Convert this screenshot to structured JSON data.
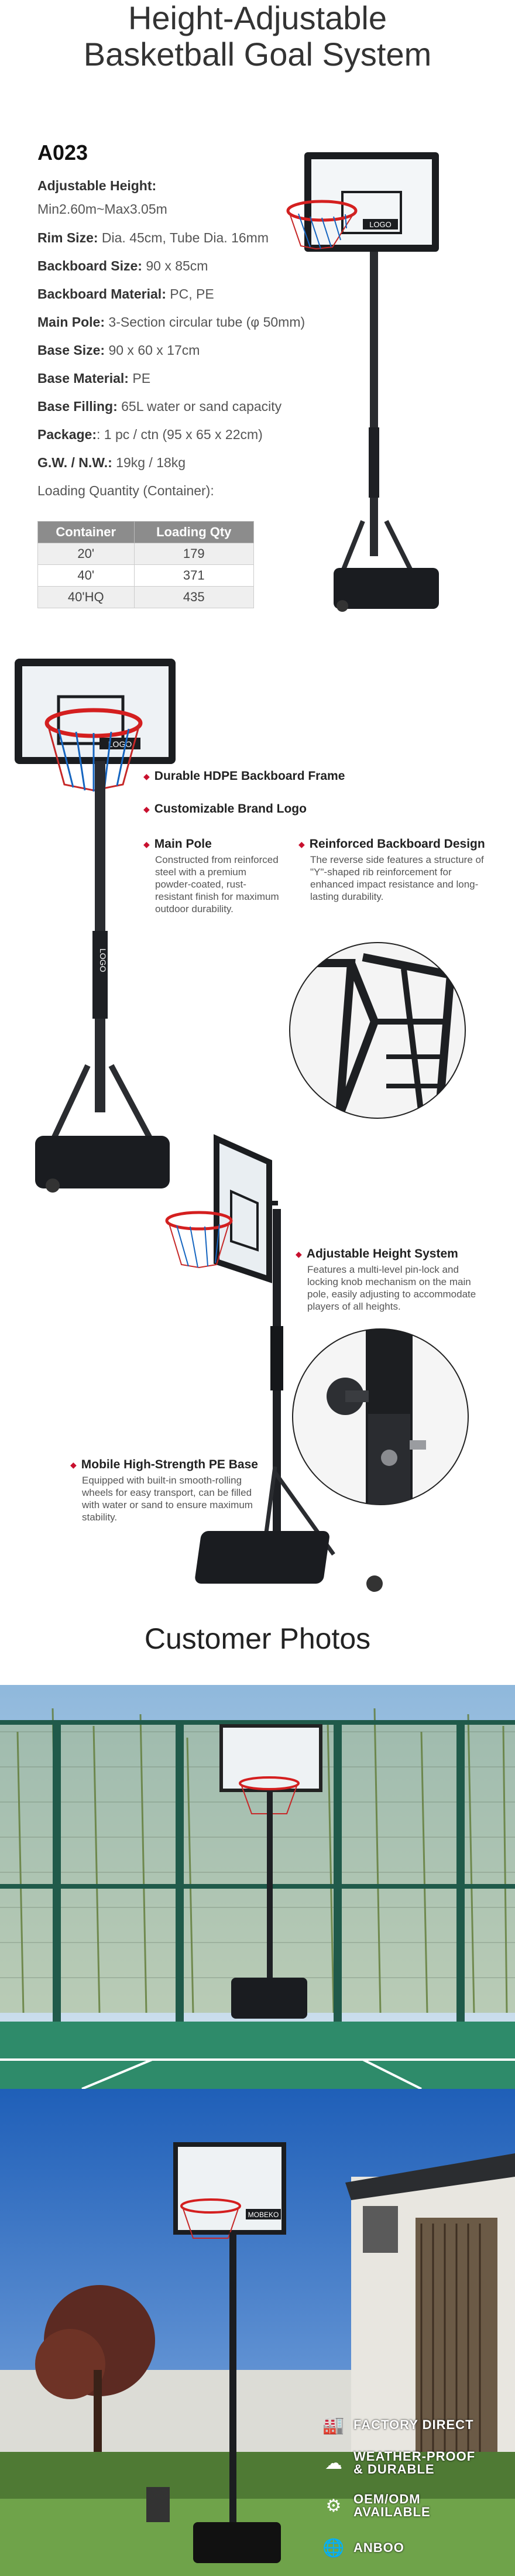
{
  "title_line1": "Height-Adjustable",
  "title_line2": "Basketball Goal System",
  "model": "A023",
  "specs": {
    "adj_height_label": "Adjustable Height:",
    "adj_height_value": "Min2.60m~Max3.05m",
    "rim_label": "Rim Size:",
    "rim_value": " Dia. 45cm, Tube Dia. 16mm",
    "backboard_size_label": "Backboard Size:",
    "backboard_size_value": " 90 x 85cm",
    "backboard_material_label": "Backboard Material:",
    "backboard_material_value": " PC, PE",
    "main_pole_label": "Main Pole:",
    "main_pole_value": " 3-Section circular tube (φ 50mm)",
    "base_size_label": "Base Size:",
    "base_size_value": " 90 x 60 x 17cm",
    "base_material_label": "Base Material:",
    "base_material_value": " PE",
    "base_filling_label": "Base Filling:",
    "base_filling_value": " 65L water or sand capacity",
    "package_label": "Package:",
    "package_value": ": 1 pc / ctn (95 x 65 x 22cm)",
    "gw_label": "G.W. / N.W.:",
    "gw_value": " 19kg / 18kg",
    "loading_label": "Loading Quantity (Container):"
  },
  "table": {
    "headers": [
      "Container",
      "Loading Qty"
    ],
    "rows": [
      [
        "20'",
        "179"
      ],
      [
        "40'",
        "371"
      ],
      [
        "40'HQ",
        "435"
      ]
    ]
  },
  "logo_text": "LOGO",
  "features": {
    "frame": "Durable HDPE Backboard Frame",
    "brand": "Customizable Brand Logo",
    "pole_title": "Main Pole",
    "pole_desc": "Constructed from reinforced steel with a premium powder-coated, rust-resistant finish for maximum outdoor durability.",
    "reinforced_title": "Reinforced Backboard Design",
    "reinforced_desc": "The reverse side features a structure of \"Y\"-shaped rib reinforcement for enhanced impact resistance and long-lasting durability.",
    "height_title": "Adjustable Height System",
    "height_desc": "Features a multi-level pin-lock and locking knob mechanism on the main pole, easily adjusting to accommodate players of all heights.",
    "base_title": "Mobile High-Strength PE Base",
    "base_desc": "Equipped with built-in smooth-rolling wheels for easy transport, can be filled with water or sand to ensure maximum stability."
  },
  "customer_title": "Customer Photos",
  "photo2_logo": "MOBEKO",
  "badges": {
    "factory": "FACTORY DIRECT",
    "weather_1": "WEATHER-PROOF",
    "weather_2": "& DURABLE",
    "oem_1": "OEM/ODM",
    "oem_2": "AVAILABLE",
    "brand": "ANBOO"
  },
  "colors": {
    "accent_red": "#c8102e",
    "table_header": "#8c8c8c",
    "court_green": "#2e8b6a"
  }
}
